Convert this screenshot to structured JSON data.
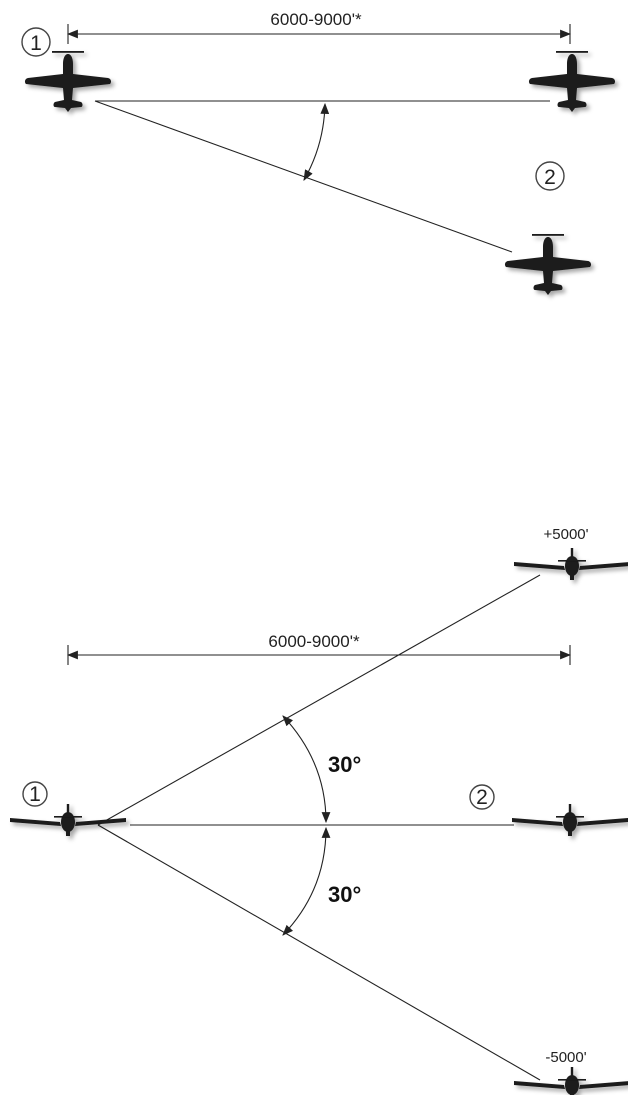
{
  "top_view": {
    "distance_label": "6000-9000'*",
    "lead_marker": "1",
    "wingman_marker": "2"
  },
  "side_view": {
    "distance_label": "6000-9000'*",
    "upper_altitude_label": "+5000'",
    "lower_altitude_label": "-5000'",
    "upper_angle_label": "30°",
    "lower_angle_label": "30°",
    "lead_marker": "1",
    "wingman_marker": "2"
  },
  "colors": {
    "line": "#222222",
    "aircraft": "#1a1a1a",
    "shadow": "#9a9a9a"
  }
}
